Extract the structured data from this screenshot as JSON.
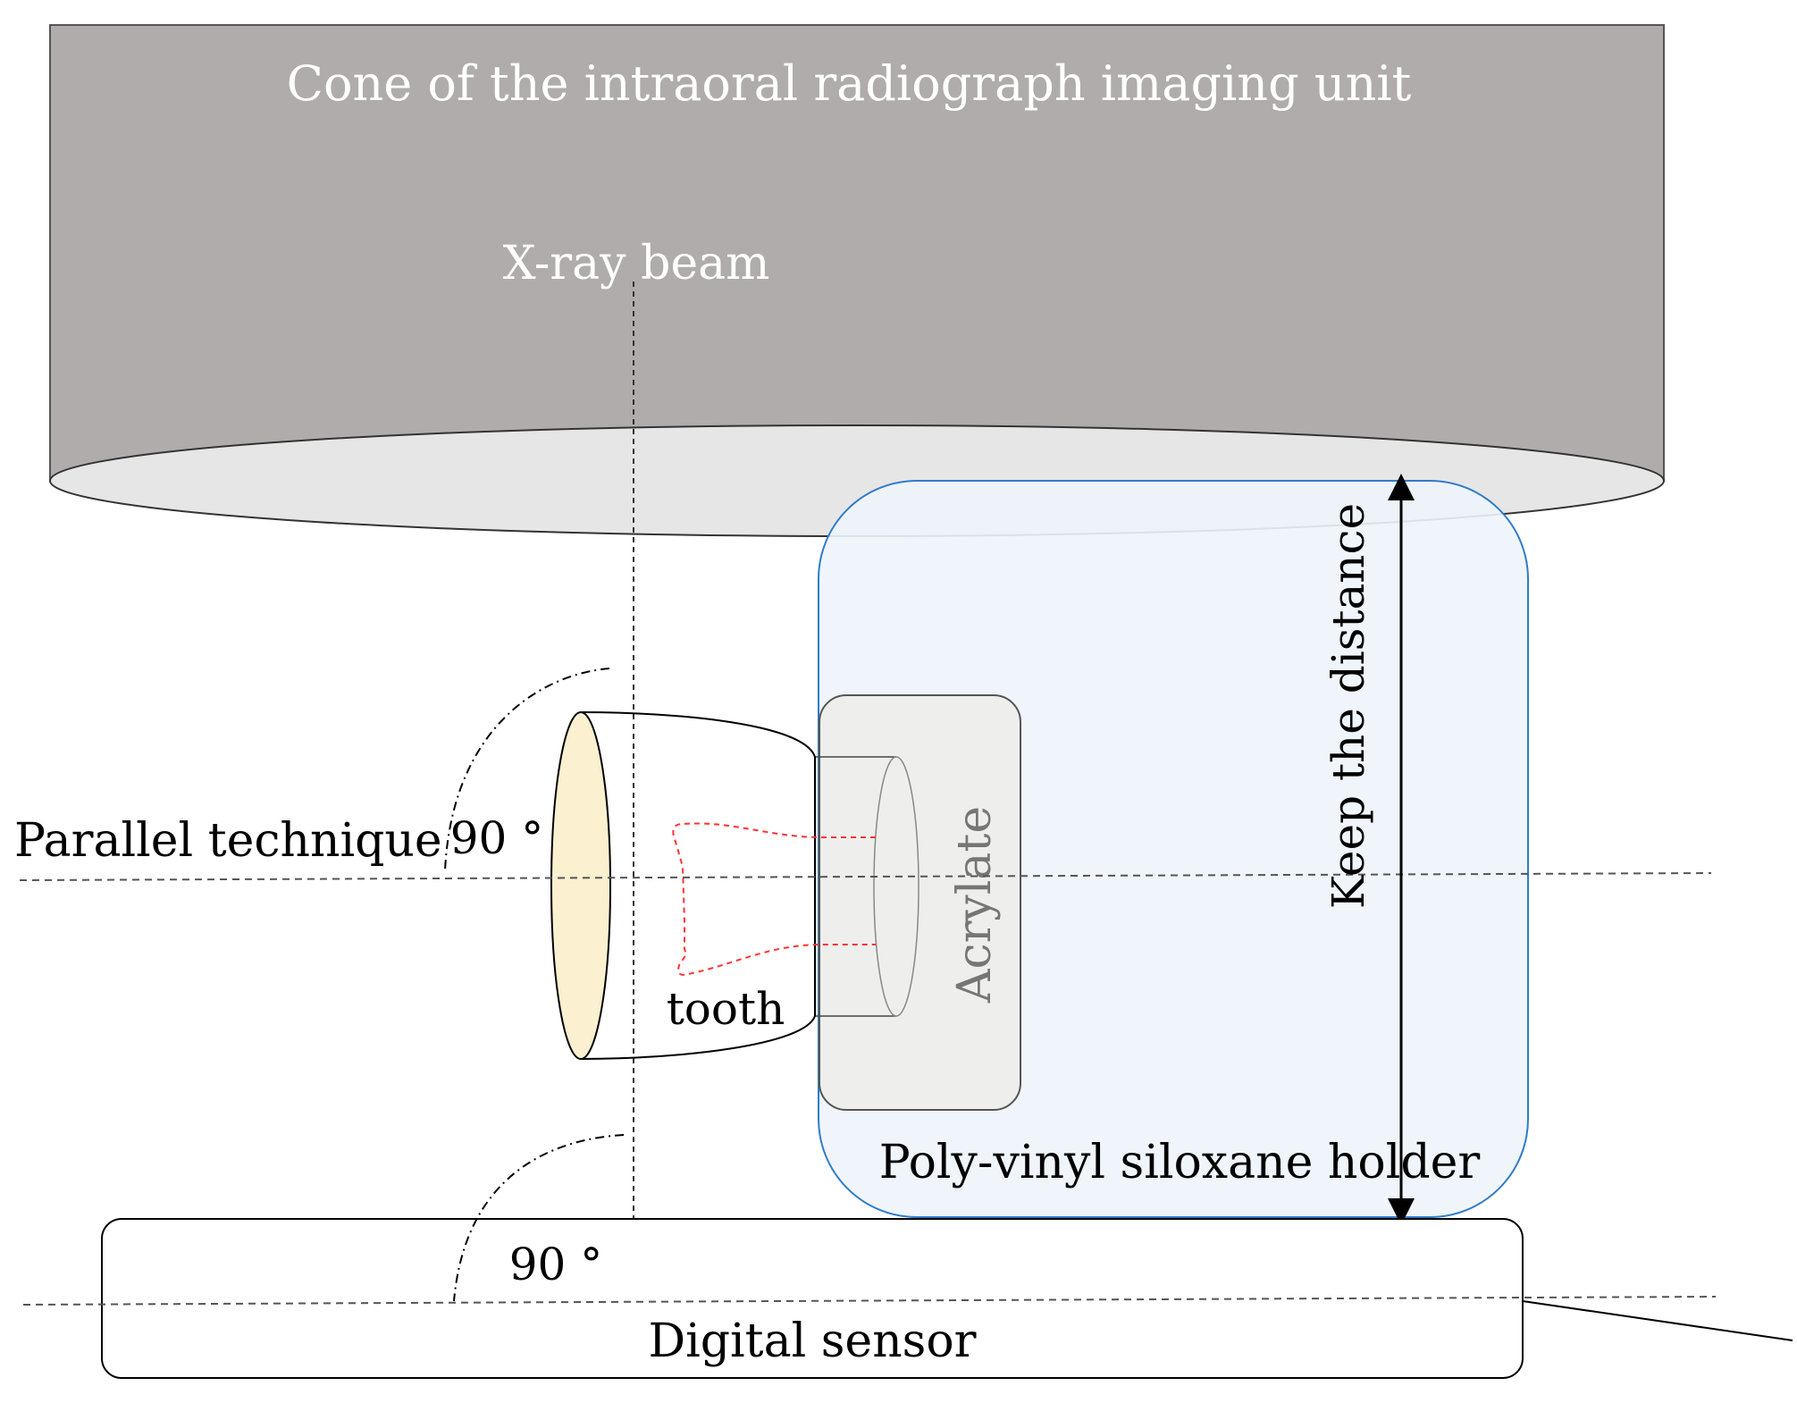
{
  "labels": {
    "cone": "Cone of the intraoral radiograph imaging unit",
    "xray_beam": "X-ray beam",
    "keep_distance": "Keep the distance",
    "parallel_technique": "Parallel technique",
    "angle_upper": "90 °",
    "angle_lower": "90 °",
    "acrylate": "Acrylate",
    "tooth": "tooth",
    "holder": "Poly-vinyl  siloxane holder",
    "sensor": "Digital  sensor"
  },
  "colors": {
    "cone_body": "#afacab",
    "cone_base": "#e6e6e6",
    "cone_text": "#ffffff",
    "holder_fill": "#eef4fb",
    "holder_stroke": "#2f7cc8",
    "acrylate_fill": "#eeefec",
    "acrylate_text": "#767676",
    "tooth_crown": "#fbf0cf",
    "tooth_root": "#ff3333",
    "line": "#000000",
    "dashed": "#555555"
  }
}
